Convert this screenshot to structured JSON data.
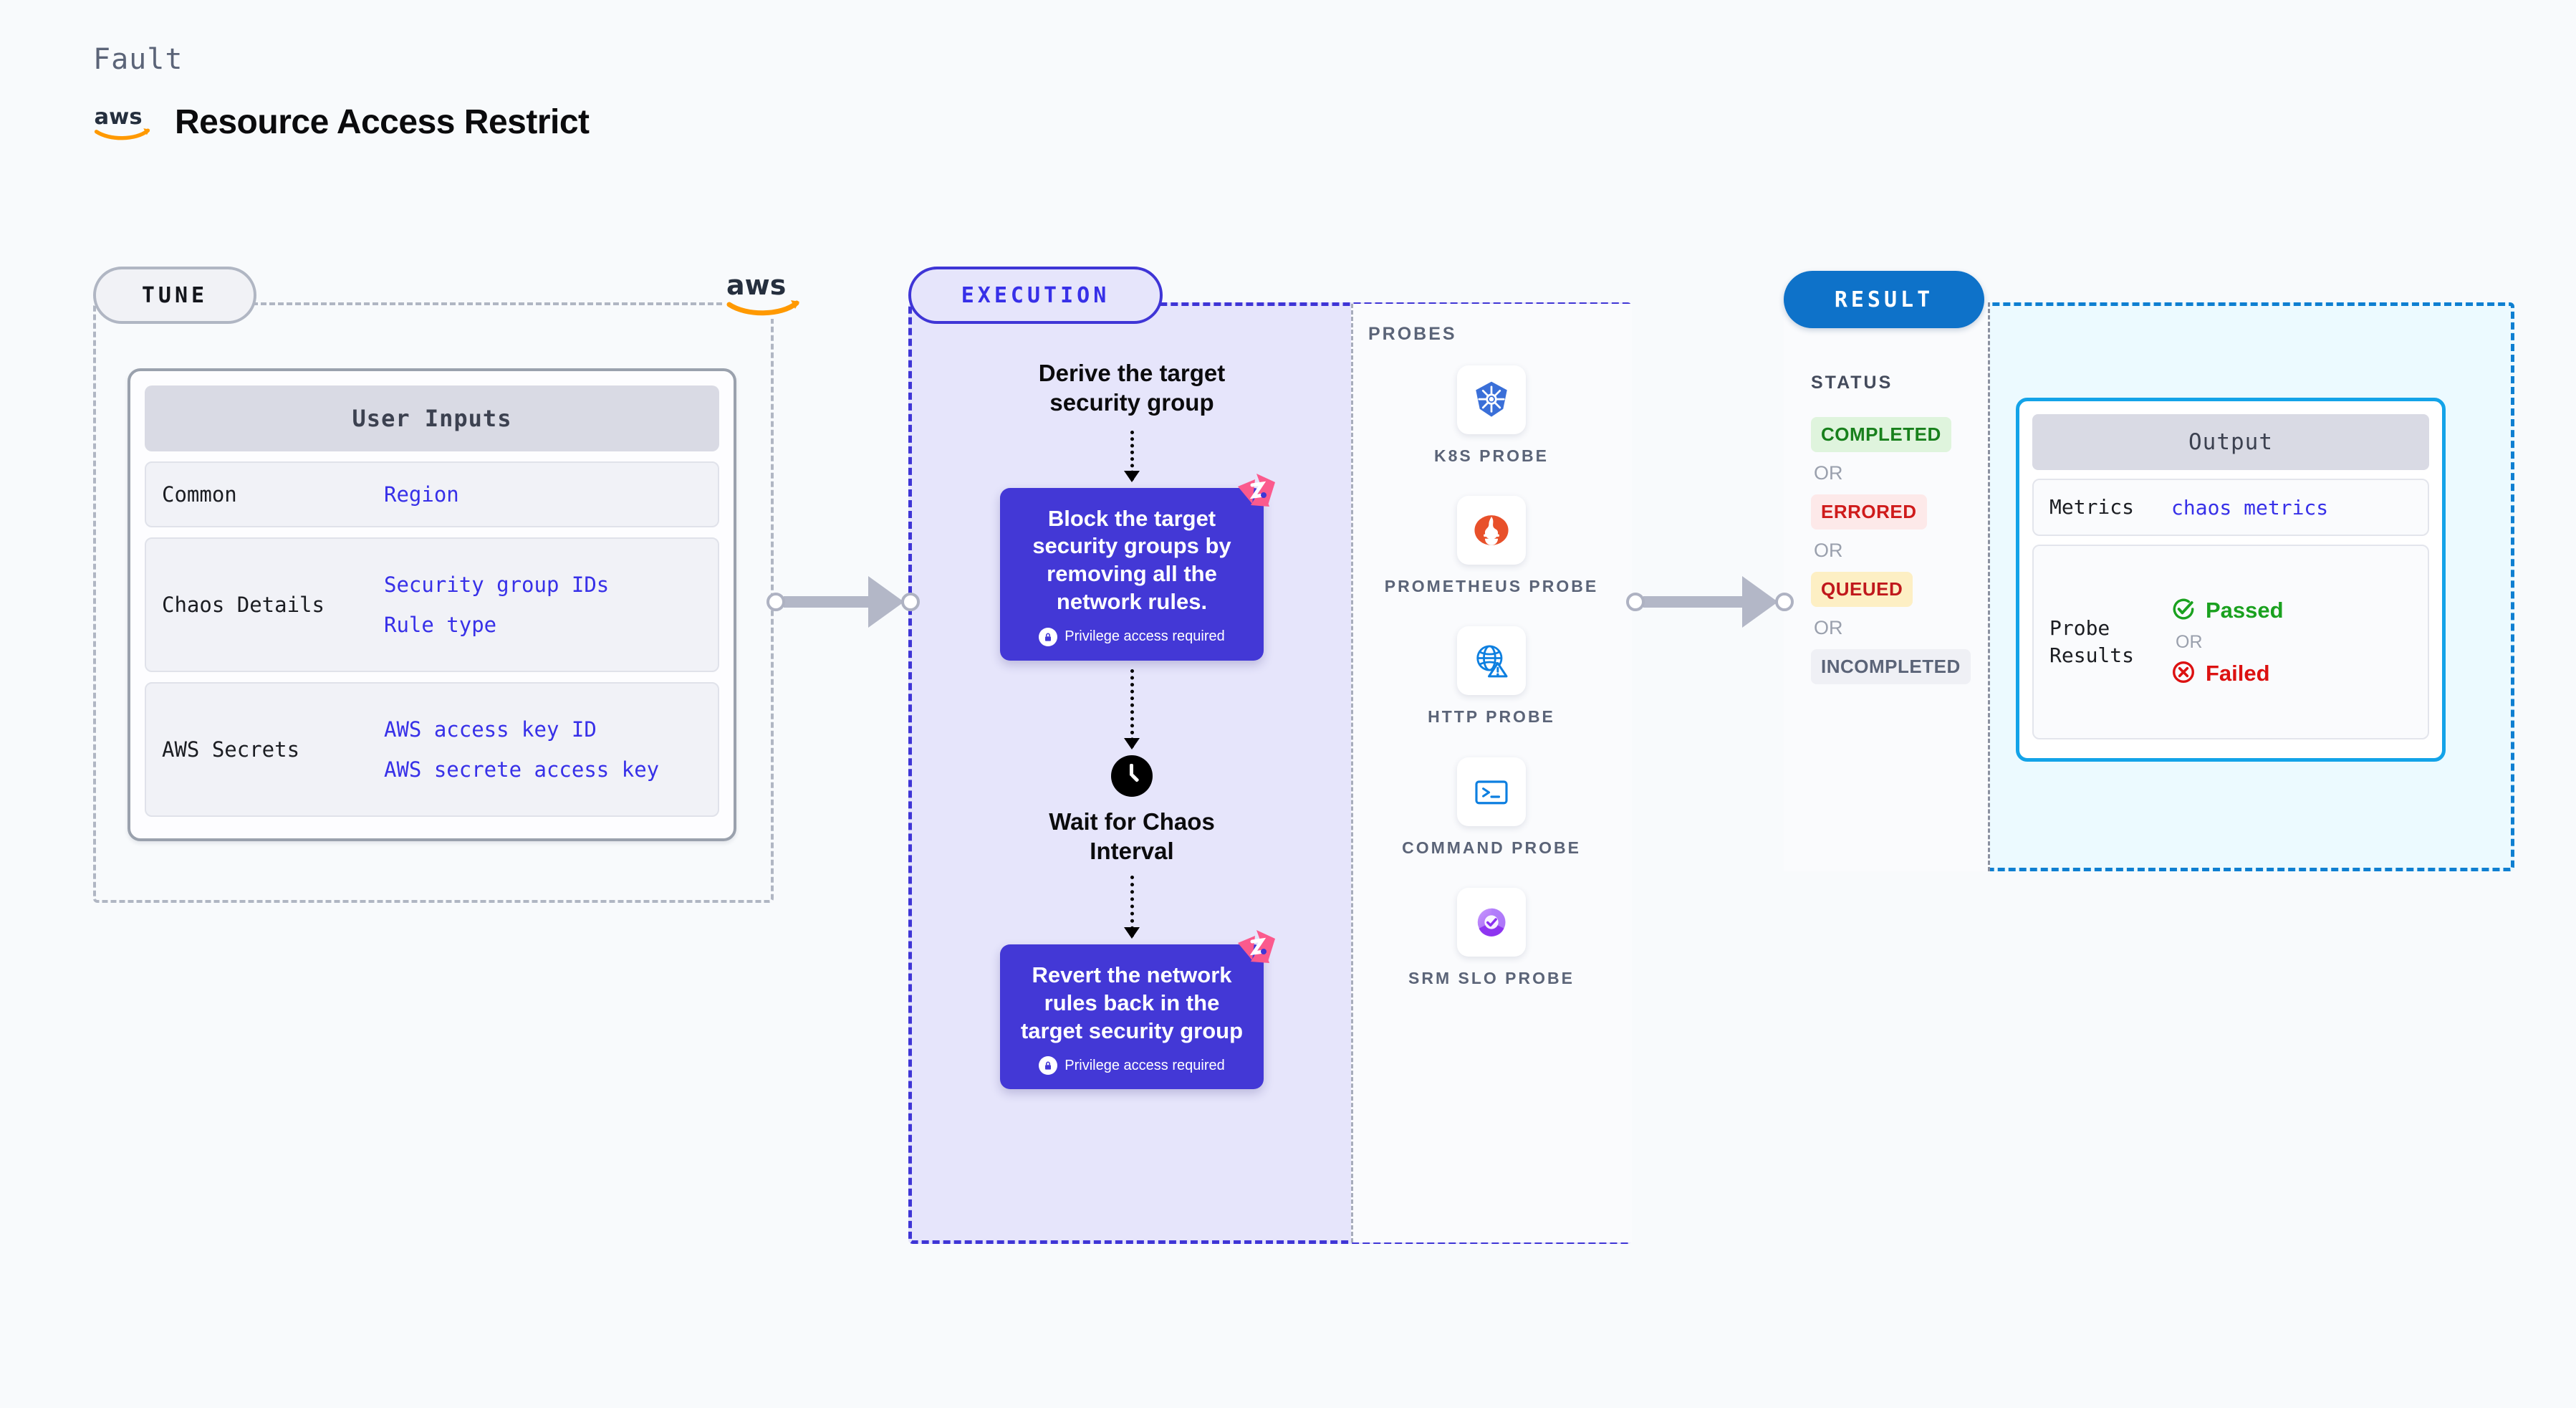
{
  "header": {
    "fault_label": "Fault",
    "title": "Resource Access Restrict",
    "logo": "aws-logo"
  },
  "tune": {
    "pill_label": "TUNE",
    "aws_logo": "aws-logo",
    "card_title": "User Inputs",
    "rows": [
      {
        "key": "Common",
        "values": [
          "Region"
        ]
      },
      {
        "key": "Chaos Details",
        "values": [
          "Security group IDs",
          "Rule type"
        ]
      },
      {
        "key": "AWS Secrets",
        "values": [
          "AWS access key ID",
          "AWS secrete access key"
        ]
      }
    ]
  },
  "execution": {
    "pill_label": "EXECUTION",
    "step1_text": "Derive the target security group",
    "box1_text": "Block the target security groups by removing all the network rules.",
    "box1_note": "Privilege access required",
    "wait_text": "Wait for Chaos Interval",
    "box2_text": "Revert the network rules back in the target security group",
    "box2_note": "Privilege access required"
  },
  "probes": {
    "label": "PROBES",
    "items": [
      {
        "icon": "kubernetes-icon",
        "label": "K8S PROBE"
      },
      {
        "icon": "prometheus-icon",
        "label": "PROMETHEUS PROBE"
      },
      {
        "icon": "http-globe-warning-icon",
        "label": "HTTP PROBE"
      },
      {
        "icon": "terminal-icon",
        "label": "COMMAND PROBE"
      },
      {
        "icon": "srm-slo-donut-icon",
        "label": "SRM SLO PROBE"
      }
    ]
  },
  "result": {
    "pill_label": "RESULT",
    "status_label": "STATUS",
    "or_label": "OR",
    "statuses": [
      {
        "text": "COMPLETED",
        "bg": "#dff4dd",
        "fg": "#18801c"
      },
      {
        "text": "ERRORED",
        "bg": "#fde9e9",
        "fg": "#cf1b1b"
      },
      {
        "text": "QUEUED",
        "bg": "#fdefc4",
        "fg": "#c0181c"
      },
      {
        "text": "INCOMPLETED",
        "bg": "#eff0f5",
        "fg": "#5b6478"
      }
    ],
    "output": {
      "title": "Output",
      "metrics_key": "Metrics",
      "metrics_value": "chaos metrics",
      "probe_key": "Probe Results",
      "passed": "Passed",
      "failed": "Failed",
      "or_label": "OR"
    }
  },
  "colors": {
    "accent_indigo": "#3730e8",
    "exec_box": "#4338d6",
    "result_blue": "#0e72c9",
    "output_border": "#13a3e8",
    "litmus_pink": "#fb5a8d",
    "aws_orange": "#ff9900"
  }
}
